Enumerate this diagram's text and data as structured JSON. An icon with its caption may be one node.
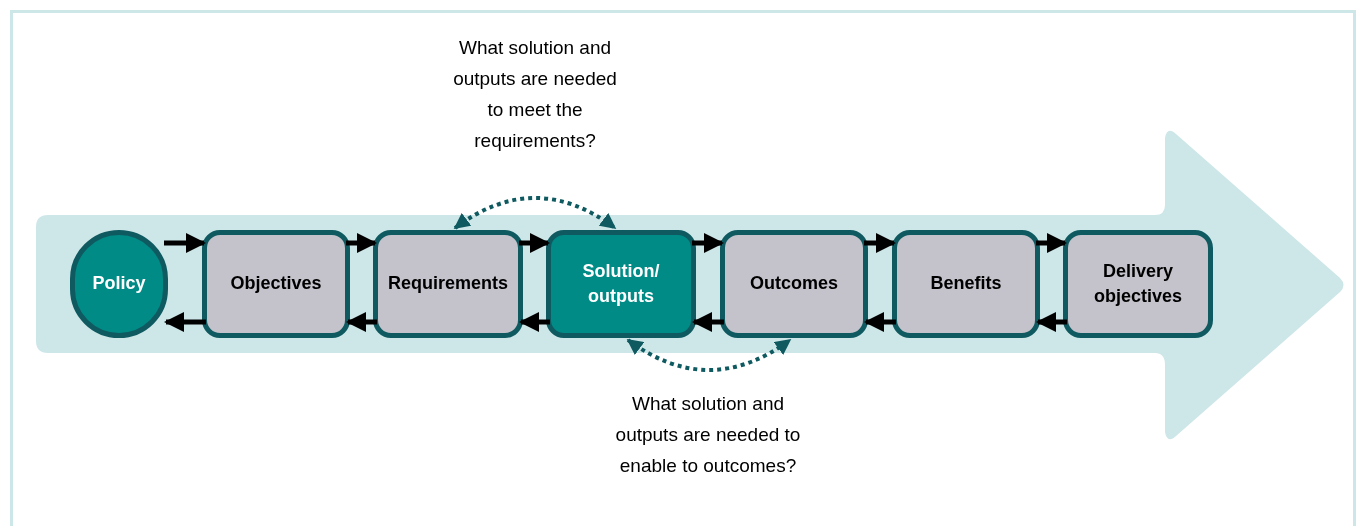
{
  "diagram": {
    "nodes": [
      {
        "text": [
          "Policy"
        ]
      },
      {
        "text": [
          "Objectives"
        ]
      },
      {
        "text": [
          "Requirements"
        ]
      },
      {
        "text": [
          "Solution/ outputs"
        ]
      },
      {
        "text": [
          "Outcomes"
        ]
      },
      {
        "text": [
          "Benefits"
        ]
      },
      {
        "text": [
          "Delivery objectives"
        ]
      }
    ],
    "edges": [
      {
        "from": 0,
        "to": 1,
        "arrow": "to"
      },
      {
        "from": 1,
        "to": 0,
        "arrow": "to"
      },
      {
        "from": 1,
        "to": 2,
        "arrow": "to"
      },
      {
        "from": 2,
        "to": 1,
        "arrow": "to"
      },
      {
        "from": 2,
        "to": 3,
        "arrow": "to"
      },
      {
        "from": 3,
        "to": 2,
        "arrow": "to"
      },
      {
        "from": 3,
        "to": 4,
        "arrow": "to"
      },
      {
        "from": 4,
        "to": 3,
        "arrow": "to"
      },
      {
        "from": 4,
        "to": 5,
        "arrow": "to"
      },
      {
        "from": 5,
        "to": 4,
        "arrow": "to"
      },
      {
        "from": 5,
        "to": 6,
        "arrow": "to"
      },
      {
        "from": 6,
        "to": 5,
        "arrow": "to"
      },
      {
        "from": 2,
        "to": 3,
        "arrow": "both",
        "style": "dashed",
        "color": "#0e5a60"
      },
      {
        "from": 3,
        "to": 4,
        "arrow": "both",
        "style": "dashed",
        "color": "#0e5a60"
      }
    ],
    "labels": [
      "What solution and outputs are needed to meet the requirements?",
      "What solution and outputs are needed to enable to outcomes?"
    ]
  }
}
